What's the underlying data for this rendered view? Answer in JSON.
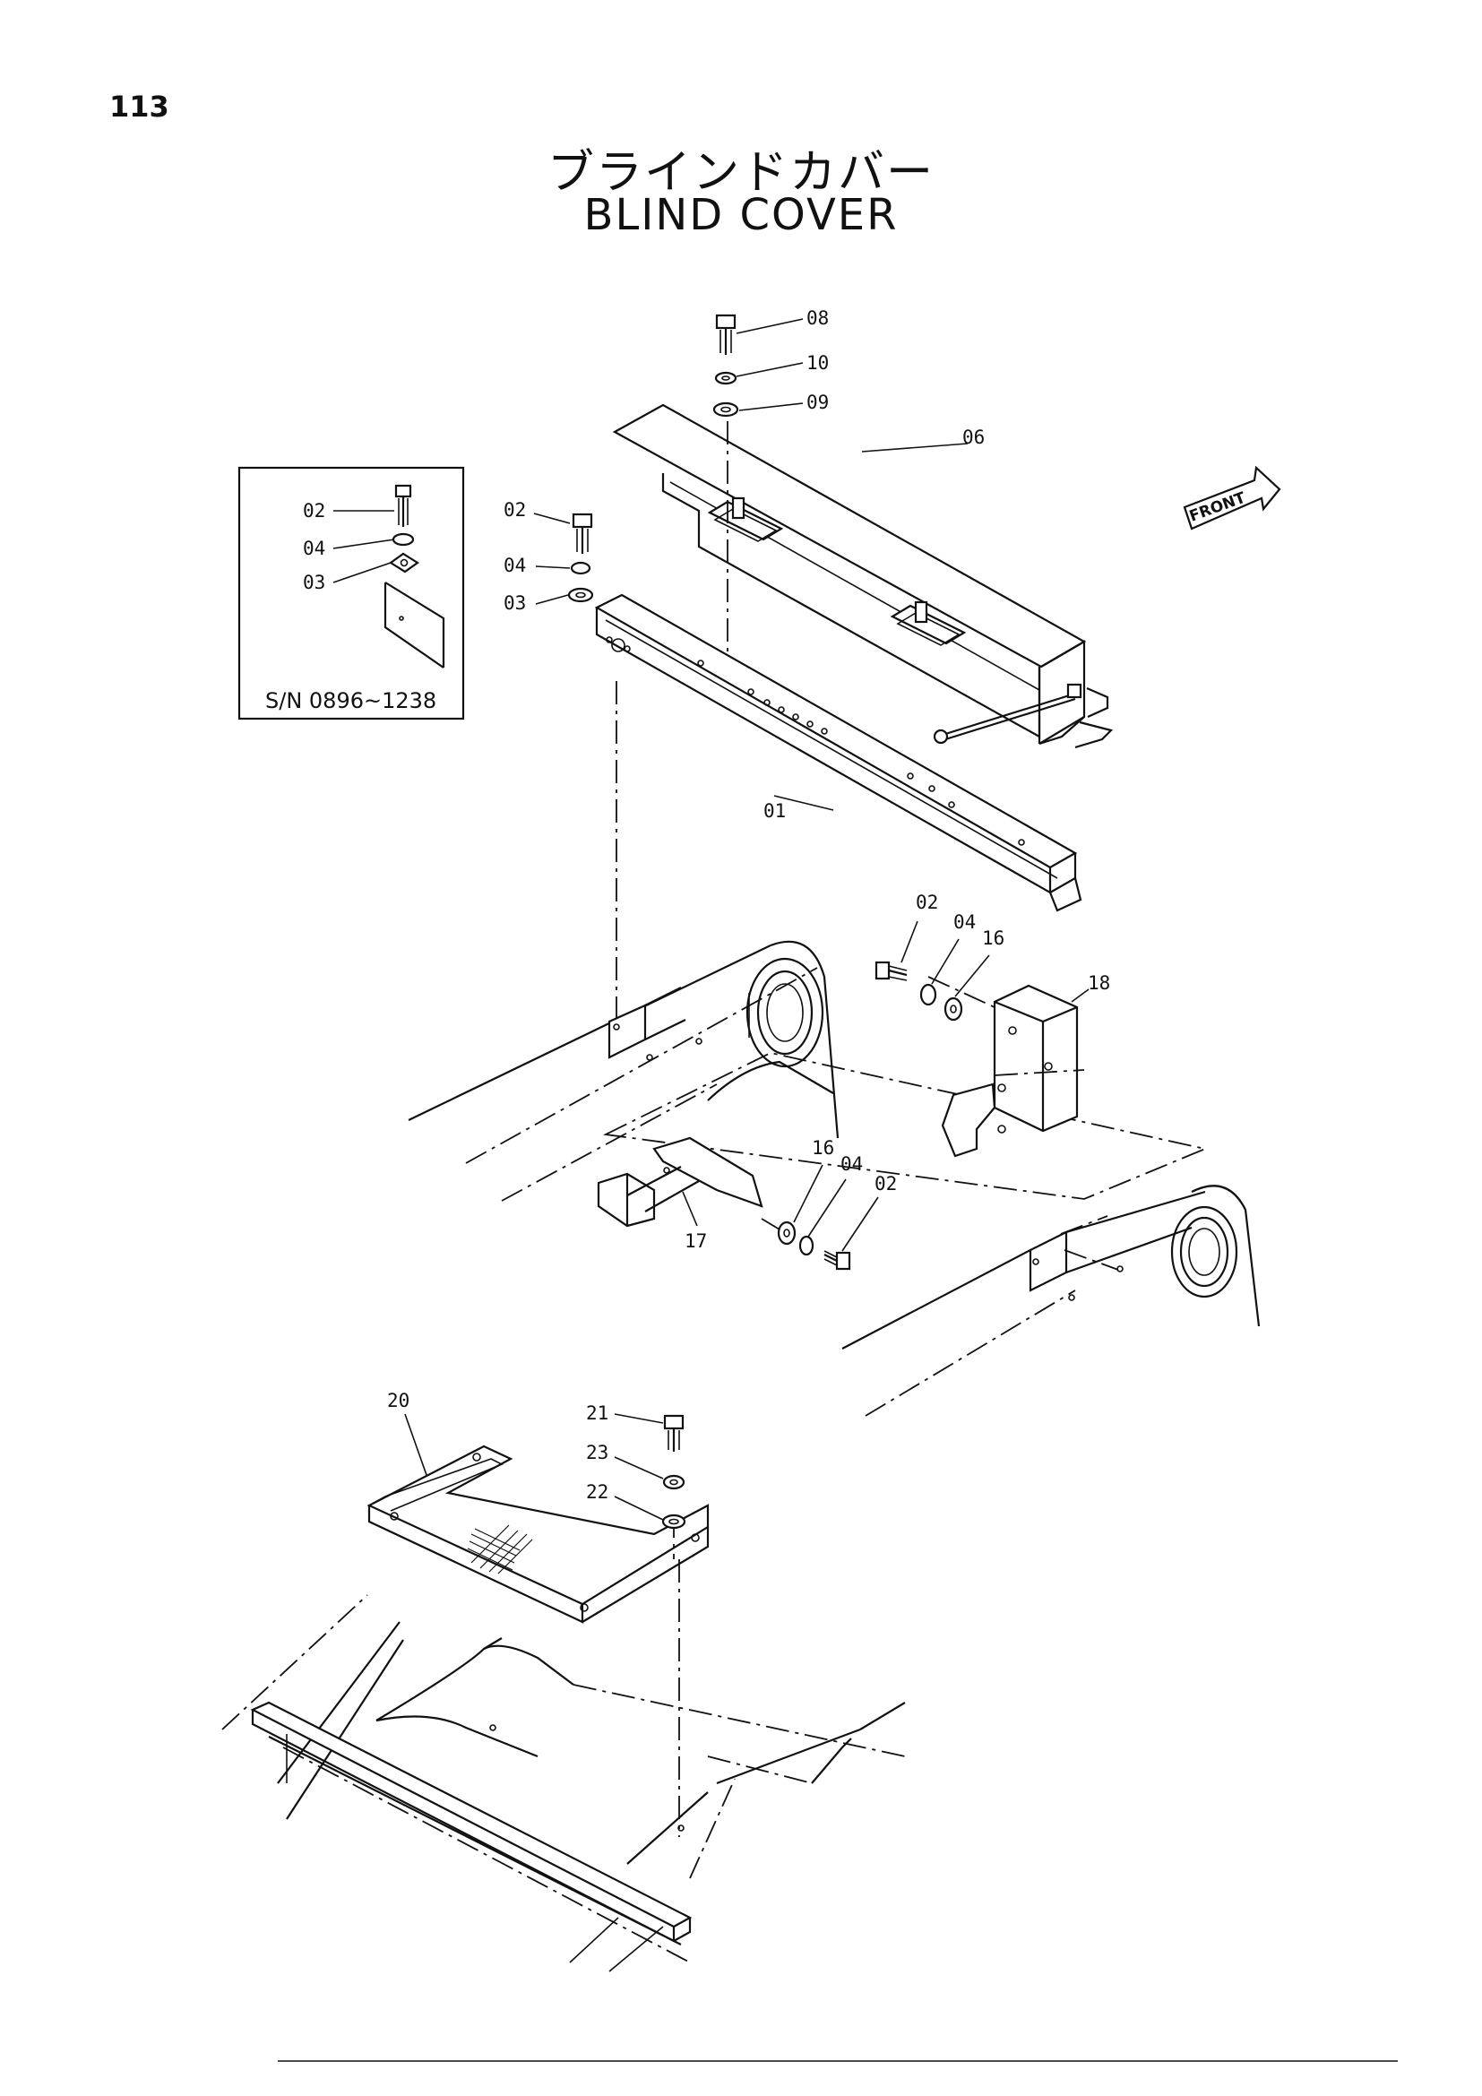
{
  "page": {
    "number": "113",
    "title_jp": "ブラインドカバー",
    "title_en": "BLIND COVER"
  },
  "inset": {
    "serial_range": "S/N 0896~1238",
    "callouts": [
      "02",
      "04",
      "03"
    ]
  },
  "front_marker": "FRONT",
  "callouts": {
    "c08": "08",
    "c10": "10",
    "c09": "09",
    "c06": "06",
    "c02_top": "02",
    "c04_top": "04",
    "c03_top": "03",
    "c01": "01",
    "c02_right": "02",
    "c04_right": "04",
    "c16_right": "16",
    "c18": "18",
    "c16_mid": "16",
    "c04_mid": "04",
    "c02_mid": "02",
    "c17": "17",
    "c20": "20",
    "c21": "21",
    "c23": "23",
    "c22": "22"
  }
}
